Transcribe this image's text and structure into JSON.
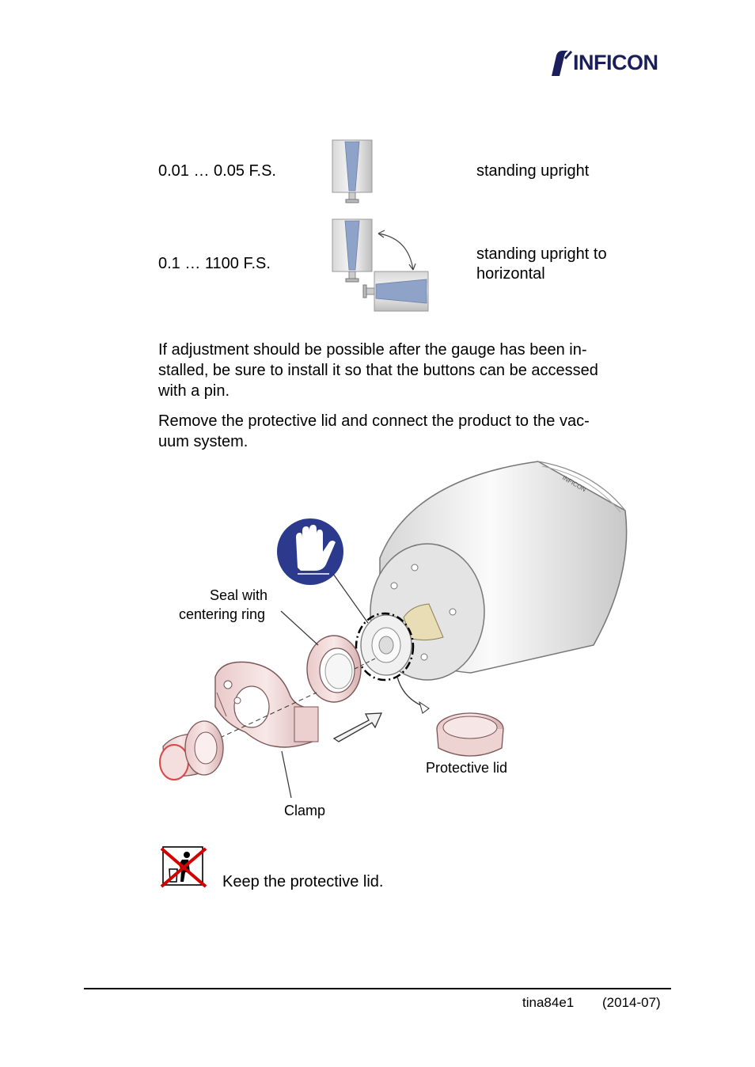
{
  "header": {
    "brand": "INFICON"
  },
  "orientation_table": {
    "rows": [
      {
        "range": "0.01 … 0.05 F.S.",
        "position": "standing upright"
      },
      {
        "range": "0.1 … 1100 F.S.",
        "position_line1": "standing upright to",
        "position_line2": "horizontal"
      }
    ]
  },
  "paragraphs": {
    "p1_line1": "If adjustment should be possible after the gauge has been in-",
    "p1_line2": "stalled, be sure to install it so that the buttons can be accessed",
    "p1_line3": "with a pin.",
    "p2_line1": "Remove the protective lid and connect the product to the vac-",
    "p2_line2": "uum system."
  },
  "figure": {
    "seal_label_line1": "Seal with",
    "seal_label_line2": "centering ring",
    "protective_lid_label": "Protective lid",
    "clamp_label": "Clamp",
    "brand_on_gauge": "INFICON"
  },
  "notice": {
    "text": "Keep the protective lid."
  },
  "footer": {
    "doc_code": "tina84e1",
    "date": "(2014-07)"
  },
  "colors": {
    "brand_blue": "#1a1f5c",
    "glove_blue": "#2b3a8c",
    "warning_red": "#d40000"
  }
}
